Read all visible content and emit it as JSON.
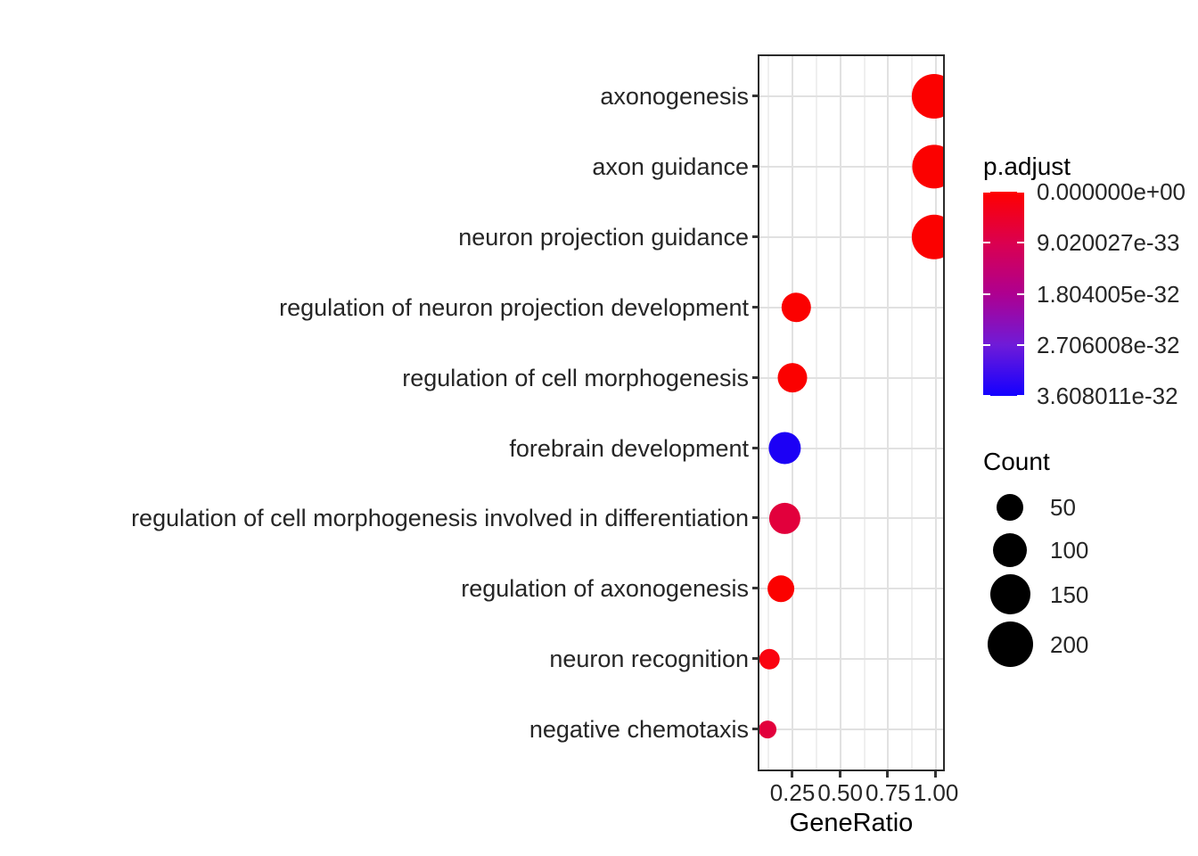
{
  "chart_data": {
    "type": "scatter",
    "variant": "go-enrichment-dotplot",
    "title": "",
    "xlabel": "GeneRatio",
    "ylabel": "",
    "x_ticks": {
      "labels": [
        "0.25",
        "0.50",
        "0.75",
        "1.00"
      ],
      "values": [
        0.25,
        0.5,
        0.75,
        1.0
      ]
    },
    "x_minor_ticks": [
      0.125,
      0.375,
      0.625,
      0.875
    ],
    "xlim": [
      0.07,
      1.05
    ],
    "grid": {
      "vertical_major": true,
      "vertical_minor": true,
      "horizontal_rows": true,
      "background": "#ffffff"
    },
    "categories": [
      "axonogenesis",
      "axon guidance",
      "neuron projection guidance",
      "regulation of neuron projection development",
      "regulation of cell morphogenesis",
      "forebrain development",
      "regulation of cell morphogenesis involved in differentiation",
      "regulation of axonogenesis",
      "neuron recognition",
      "negative chemotaxis"
    ],
    "points": [
      {
        "category": "axonogenesis",
        "gene_ratio": 0.99,
        "count": 190,
        "p_adjust_est": "0e+00",
        "color": "#fb0100",
        "radius_px": 25
      },
      {
        "category": "axon guidance",
        "gene_ratio": 0.99,
        "count": 185,
        "p_adjust_est": "0e+00",
        "color": "#fb0100",
        "radius_px": 24.5
      },
      {
        "category": "neuron projection guidance",
        "gene_ratio": 0.99,
        "count": 190,
        "p_adjust_est": "0e+00",
        "color": "#fb0100",
        "radius_px": 25
      },
      {
        "category": "regulation of neuron projection development",
        "gene_ratio": 0.27,
        "count": 65,
        "p_adjust_est": "~1e-33",
        "color": "#fb0100",
        "radius_px": 16.5
      },
      {
        "category": "regulation of cell morphogenesis",
        "gene_ratio": 0.25,
        "count": 60,
        "p_adjust_est": "~1e-33",
        "color": "#fb0100",
        "radius_px": 16.5
      },
      {
        "category": "forebrain development",
        "gene_ratio": 0.21,
        "count": 83,
        "p_adjust_est": "~3.5e-32",
        "color": "#1c00f5",
        "radius_px": 18
      },
      {
        "category": "regulation of cell morphogenesis involved in differentiation",
        "gene_ratio": 0.21,
        "count": 77,
        "p_adjust_est": "~7e-33",
        "color": "#e2003c",
        "radius_px": 17.5
      },
      {
        "category": "regulation of axonogenesis",
        "gene_ratio": 0.19,
        "count": 50,
        "p_adjust_est": "~1e-33",
        "color": "#fb0100",
        "radius_px": 15
      },
      {
        "category": "neuron recognition",
        "gene_ratio": 0.13,
        "count": 22,
        "p_adjust_est": "~2e-33",
        "color": "#fa0310",
        "radius_px": 11.5
      },
      {
        "category": "negative chemotaxis",
        "gene_ratio": 0.12,
        "count": 14,
        "p_adjust_est": "~7e-33",
        "color": "#e2003c",
        "radius_px": 10
      }
    ],
    "p_adjust_legend": {
      "title": "p.adjust",
      "tick_labels": [
        "0.000000e+00",
        "9.020027e-33",
        "1.804005e-32",
        "2.706008e-32",
        "3.608011e-32"
      ],
      "gradient_colors": [
        "#ff0000",
        "#db004f",
        "#ae0090",
        "#6f1bd8",
        "#1400ff"
      ],
      "high_color": "#ff0000",
      "low_color": "#1400ff"
    },
    "count_legend": {
      "title": "Count",
      "items": [
        {
          "label": "50",
          "radius_px": 15
        },
        {
          "label": "100",
          "radius_px": 19
        },
        {
          "label": "150",
          "radius_px": 22.5
        },
        {
          "label": "200",
          "radius_px": 25.5
        }
      ]
    }
  }
}
